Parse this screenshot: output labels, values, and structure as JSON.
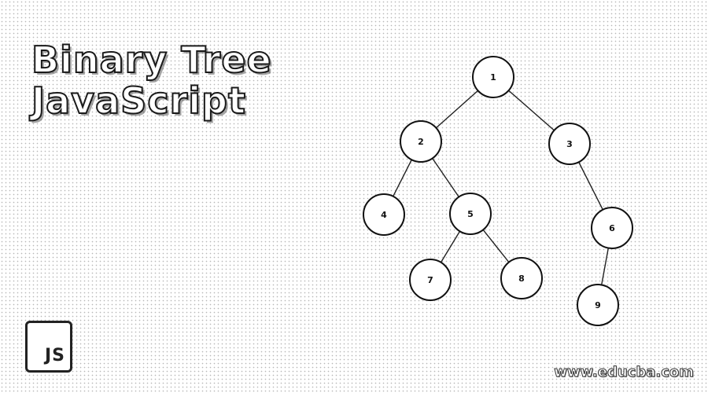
{
  "title": {
    "line1": "Binary Tree",
    "line2": "JavaScript"
  },
  "logo": {
    "text": "JS"
  },
  "watermark": {
    "text": "www.educba.com"
  },
  "tree": {
    "nodes": [
      {
        "id": "root",
        "label": "1"
      },
      {
        "id": "n2",
        "label": "2"
      },
      {
        "id": "n3",
        "label": "3"
      },
      {
        "id": "n4",
        "label": "4"
      },
      {
        "id": "n5",
        "label": "5"
      },
      {
        "id": "n6",
        "label": "6"
      },
      {
        "id": "n7",
        "label": "7"
      },
      {
        "id": "n8",
        "label": "8"
      },
      {
        "id": "n9",
        "label": "9"
      }
    ],
    "edges": [
      [
        "root",
        "n2"
      ],
      [
        "root",
        "n3"
      ],
      [
        "n2",
        "n4"
      ],
      [
        "n2",
        "n5"
      ],
      [
        "n3",
        "n6"
      ],
      [
        "n5",
        "n7"
      ],
      [
        "n5",
        "n8"
      ],
      [
        "n6",
        "n9"
      ]
    ]
  }
}
